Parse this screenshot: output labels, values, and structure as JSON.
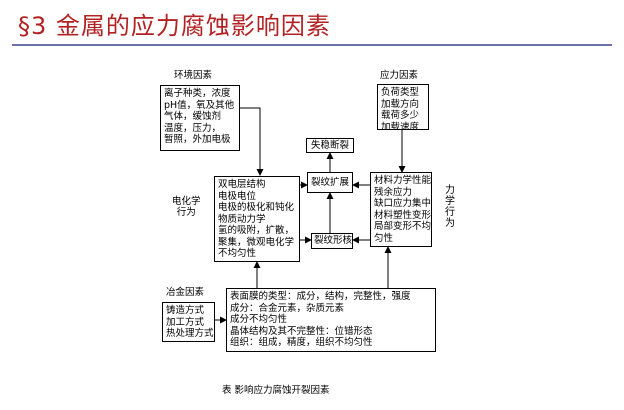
{
  "title": "§3  金属的应力腐蚀影响因素",
  "colors": {
    "title": "#b22222",
    "rule": "#6f6faa"
  },
  "environment": {
    "heading": "环境因素",
    "lines": [
      "离子种类，浓度",
      "pH值，氧及其他",
      "气体，缓蚀剂",
      "温度，压力，",
      "暂照，外加电极"
    ]
  },
  "stress": {
    "heading": "应力因素",
    "lines": [
      "负荷类型",
      "加载方向",
      "载荷多少",
      "加载速度"
    ]
  },
  "electrochem": {
    "side_label": [
      "电化学",
      "行为"
    ],
    "lines": [
      "双电层结构",
      "电极电位",
      "电极的极化和钝化",
      "物质动力学",
      "氢的吸附，扩散，",
      "聚集，微观电化学",
      "不均匀性"
    ]
  },
  "mechanics": {
    "side_label": "力学行为",
    "lines": [
      "材料力学性能",
      "残余应力",
      "缺口应力集中",
      "材料塑性变形",
      "局部变形不均",
      "匀性"
    ]
  },
  "fracture": {
    "label": "失稳断裂"
  },
  "crack_growth": {
    "label": "裂纹扩展"
  },
  "crack_init": {
    "label": "裂纹形核"
  },
  "metallurgy": {
    "heading": "冶金因素",
    "lines": [
      "铸造方式",
      "加工方式",
      "热处理方式"
    ]
  },
  "material": {
    "lines": [
      "表面膜的类型：成分，结构，完整性，强度",
      "成分：合金元素，杂质元素",
      "成分不均匀性",
      "晶体结构及其不完整性：位错形态",
      "组织：组成，精度，组织不均匀性"
    ]
  },
  "caption": "表    影响应力腐蚀开裂因素"
}
